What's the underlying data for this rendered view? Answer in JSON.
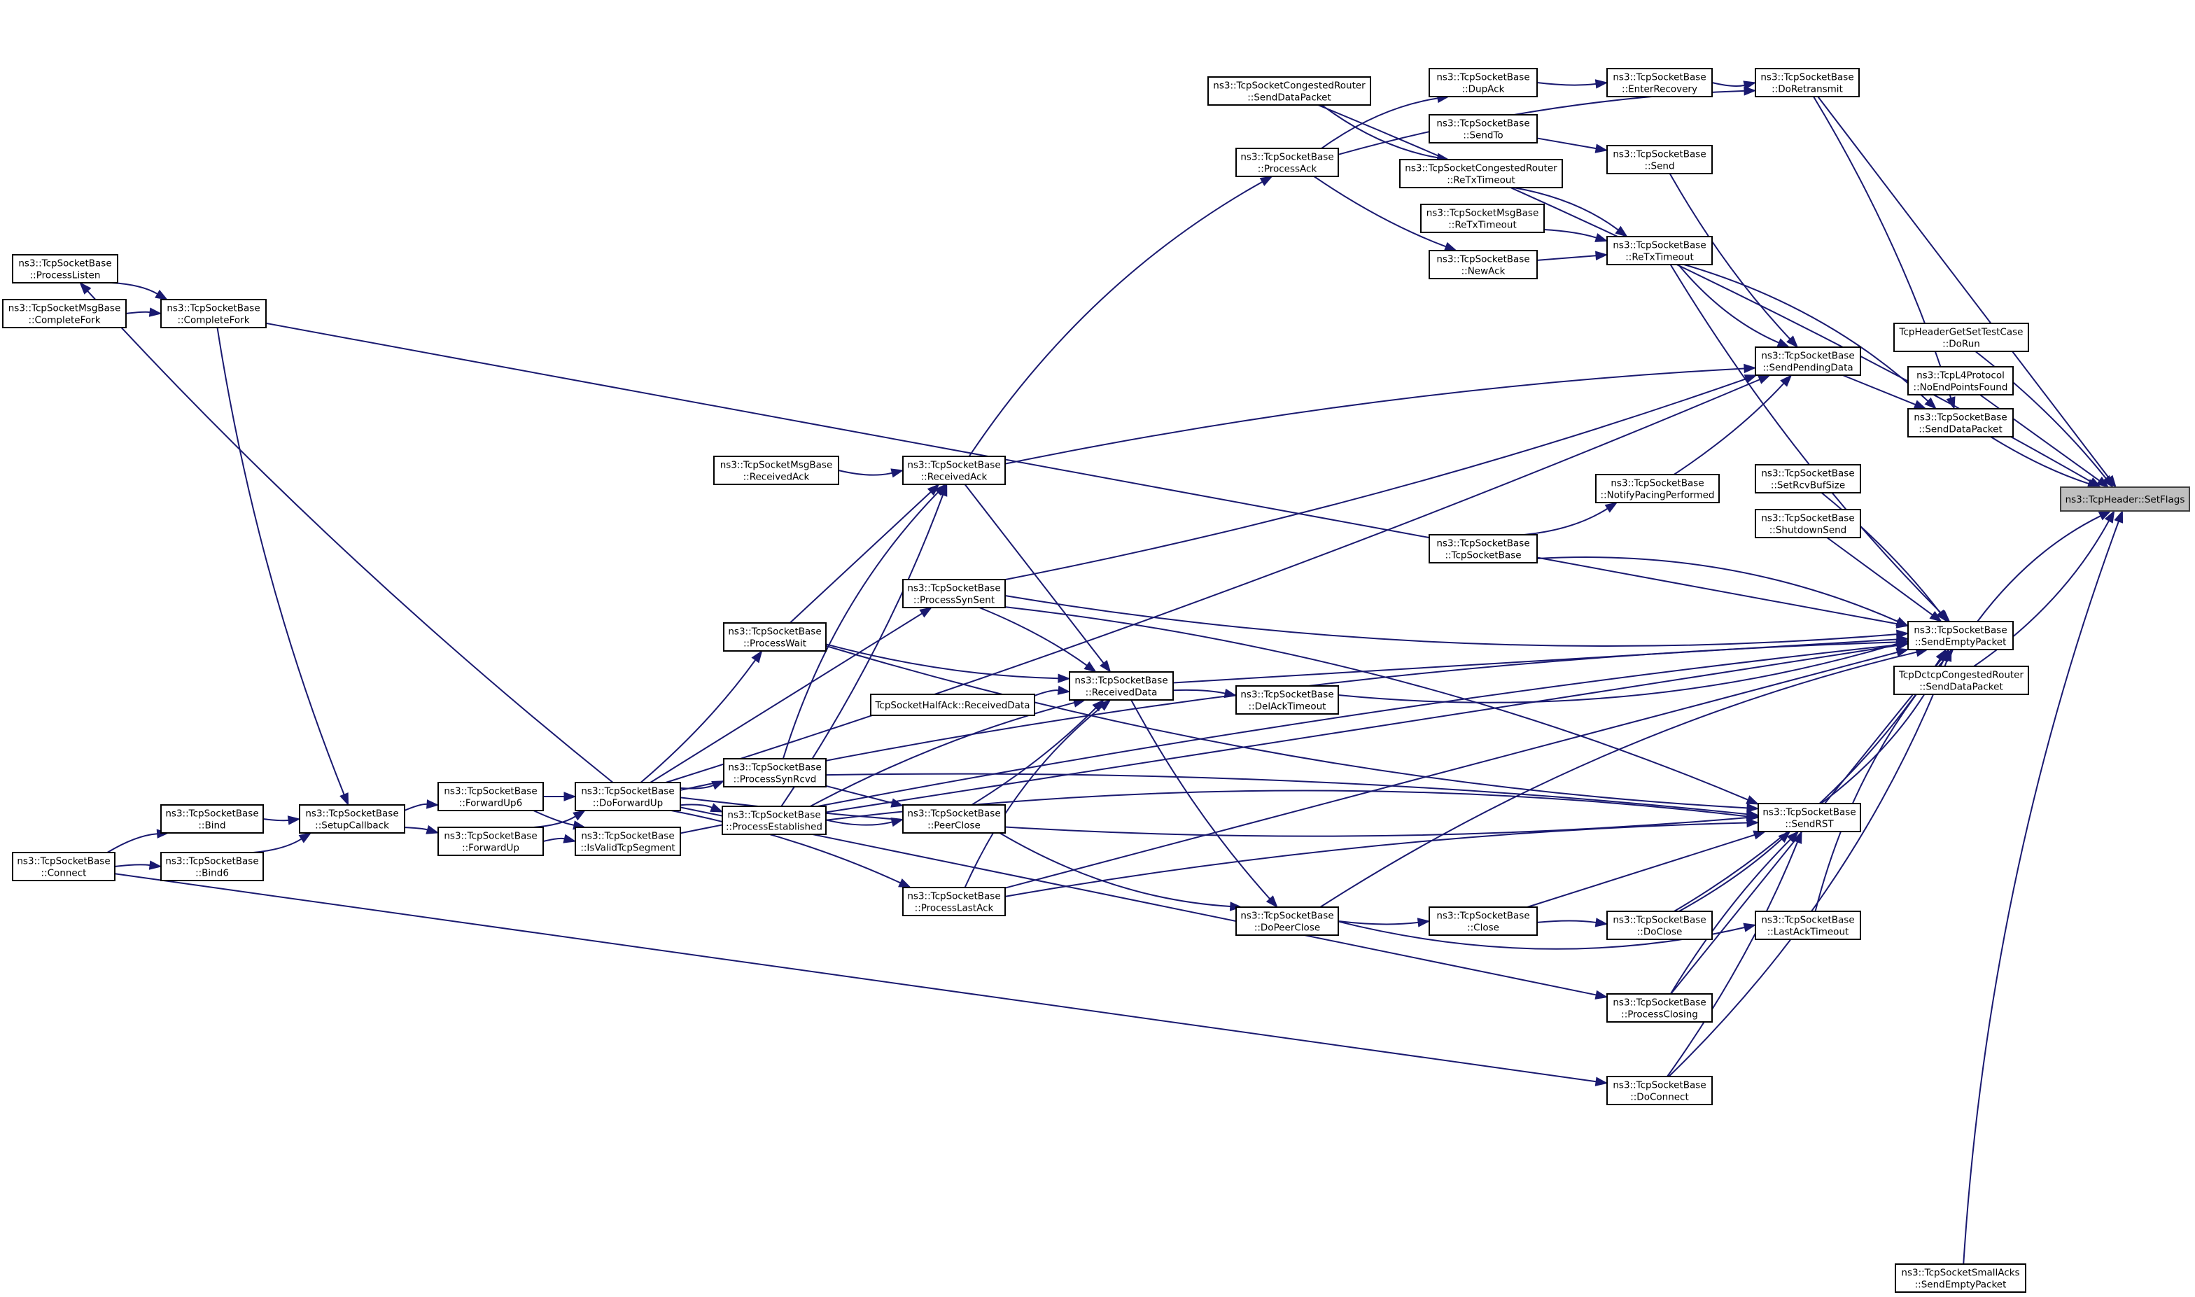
{
  "title": "ns3::TcpHeader::SetFlags caller graph",
  "edge_color": "#191970",
  "root_fill": "#bfbfbf",
  "nodes": [
    {
      "id": "setflags",
      "lines": [
        "ns3::TcpHeader::SetFlags"
      ],
      "root": true
    },
    {
      "id": "sendempty",
      "lines": [
        "ns3::TcpSocketBase",
        "::SendEmptyPacket"
      ]
    },
    {
      "id": "hdrtest",
      "lines": [
        "TcpHeaderGetSetTestCase",
        "::DoRun"
      ]
    },
    {
      "id": "noend",
      "lines": [
        "ns3::TcpL4Protocol",
        "::NoEndPointsFound"
      ]
    },
    {
      "id": "senddata",
      "lines": [
        "ns3::TcpSocketBase",
        "::SendDataPacket"
      ]
    },
    {
      "id": "dctcp",
      "lines": [
        "TcpDctcpCongestedRouter",
        "::SendDataPacket"
      ]
    },
    {
      "id": "smallacks",
      "lines": [
        "ns3::TcpSocketSmallAcks",
        "::SendEmptyPacket"
      ]
    },
    {
      "id": "congsend",
      "lines": [
        "ns3::TcpSocketCongestedRouter",
        "::SendDataPacket"
      ]
    },
    {
      "id": "dupack",
      "lines": [
        "ns3::TcpSocketBase",
        "::DupAck"
      ]
    },
    {
      "id": "enterrec",
      "lines": [
        "ns3::TcpSocketBase",
        "::EnterRecovery"
      ]
    },
    {
      "id": "doretx",
      "lines": [
        "ns3::TcpSocketBase",
        "::DoRetransmit"
      ]
    },
    {
      "id": "sendto",
      "lines": [
        "ns3::TcpSocketBase",
        "::SendTo"
      ]
    },
    {
      "id": "send",
      "lines": [
        "ns3::TcpSocketBase",
        "::Send"
      ]
    },
    {
      "id": "processack",
      "lines": [
        "ns3::TcpSocketBase",
        "::ProcessAck"
      ]
    },
    {
      "id": "congretx",
      "lines": [
        "ns3::TcpSocketCongestedRouter",
        "::ReTxTimeout"
      ]
    },
    {
      "id": "msgretx",
      "lines": [
        "ns3::TcpSocketMsgBase",
        "::ReTxTimeout"
      ]
    },
    {
      "id": "retx",
      "lines": [
        "ns3::TcpSocketBase",
        "::ReTxTimeout"
      ]
    },
    {
      "id": "newack",
      "lines": [
        "ns3::TcpSocketBase",
        "::NewAck"
      ]
    },
    {
      "id": "sendpending",
      "lines": [
        "ns3::TcpSocketBase",
        "::SendPendingData"
      ]
    },
    {
      "id": "notifypacing",
      "lines": [
        "ns3::TcpSocketBase",
        "::NotifyPacingPerformed"
      ]
    },
    {
      "id": "setrcvbuf",
      "lines": [
        "ns3::TcpSocketBase",
        "::SetRcvBufSize"
      ]
    },
    {
      "id": "shutdownsend",
      "lines": [
        "ns3::TcpSocketBase",
        "::ShutdownSend"
      ]
    },
    {
      "id": "ctor",
      "lines": [
        "ns3::TcpSocketBase",
        "::TcpSocketBase"
      ]
    },
    {
      "id": "processlisten",
      "lines": [
        "ns3::TcpSocketBase",
        "::ProcessListen"
      ]
    },
    {
      "id": "msgcompletefork",
      "lines": [
        "ns3::TcpSocketMsgBase",
        "::CompleteFork"
      ]
    },
    {
      "id": "completefork",
      "lines": [
        "ns3::TcpSocketBase",
        "::CompleteFork"
      ]
    },
    {
      "id": "msgrecvack",
      "lines": [
        "ns3::TcpSocketMsgBase",
        "::ReceivedAck"
      ]
    },
    {
      "id": "recvack",
      "lines": [
        "ns3::TcpSocketBase",
        "::ReceivedAck"
      ]
    },
    {
      "id": "synsent",
      "lines": [
        "ns3::TcpSocketBase",
        "::ProcessSynSent"
      ]
    },
    {
      "id": "processwait",
      "lines": [
        "ns3::TcpSocketBase",
        "::ProcessWait"
      ]
    },
    {
      "id": "halfack",
      "lines": [
        "TcpSocketHalfAck::ReceivedData"
      ]
    },
    {
      "id": "recvdata",
      "lines": [
        "ns3::TcpSocketBase",
        "::ReceivedData"
      ]
    },
    {
      "id": "delack",
      "lines": [
        "ns3::TcpSocketBase",
        "::DelAckTimeout"
      ]
    },
    {
      "id": "synrcvd",
      "lines": [
        "ns3::TcpSocketBase",
        "::ProcessSynRcvd"
      ]
    },
    {
      "id": "established",
      "lines": [
        "ns3::TcpSocketBase",
        "::ProcessEstablished"
      ]
    },
    {
      "id": "peerclose",
      "lines": [
        "ns3::TcpSocketBase",
        "::PeerClose"
      ]
    },
    {
      "id": "lastack",
      "lines": [
        "ns3::TcpSocketBase",
        "::ProcessLastAck"
      ]
    },
    {
      "id": "dopeerclose",
      "lines": [
        "ns3::TcpSocketBase",
        "::DoPeerClose"
      ]
    },
    {
      "id": "close",
      "lines": [
        "ns3::TcpSocketBase",
        "::Close"
      ]
    },
    {
      "id": "doclose",
      "lines": [
        "ns3::TcpSocketBase",
        "::DoClose"
      ]
    },
    {
      "id": "lastacktimeout",
      "lines": [
        "ns3::TcpSocketBase",
        "::LastAckTimeout"
      ]
    },
    {
      "id": "sendrst",
      "lines": [
        "ns3::TcpSocketBase",
        "::SendRST"
      ]
    },
    {
      "id": "closing",
      "lines": [
        "ns3::TcpSocketBase",
        "::ProcessClosing"
      ]
    },
    {
      "id": "doconnect",
      "lines": [
        "ns3::TcpSocketBase",
        "::DoConnect"
      ]
    },
    {
      "id": "connect",
      "lines": [
        "ns3::TcpSocketBase",
        "::Connect"
      ]
    },
    {
      "id": "bind",
      "lines": [
        "ns3::TcpSocketBase",
        "::Bind"
      ]
    },
    {
      "id": "bind6",
      "lines": [
        "ns3::TcpSocketBase",
        "::Bind6"
      ]
    },
    {
      "id": "setupcb",
      "lines": [
        "ns3::TcpSocketBase",
        "::SetupCallback"
      ]
    },
    {
      "id": "fwdup6",
      "lines": [
        "ns3::TcpSocketBase",
        "::ForwardUp6"
      ]
    },
    {
      "id": "fwdup",
      "lines": [
        "ns3::TcpSocketBase",
        "::ForwardUp"
      ]
    },
    {
      "id": "doforwardup",
      "lines": [
        "ns3::TcpSocketBase",
        "::DoForwardUp"
      ]
    },
    {
      "id": "isvalid",
      "lines": [
        "ns3::TcpSocketBase",
        "::IsValidTcpSegment"
      ]
    }
  ],
  "edges": [
    [
      "sendempty",
      "setflags"
    ],
    [
      "hdrtest",
      "setflags"
    ],
    [
      "noend",
      "setflags"
    ],
    [
      "senddata",
      "setflags"
    ],
    [
      "dctcp",
      "setflags"
    ],
    [
      "smallacks",
      "setflags"
    ],
    [
      "congsend",
      "setflags"
    ],
    [
      "doretx",
      "setflags"
    ],
    [
      "dupack",
      "enterrec"
    ],
    [
      "enterrec",
      "doretx"
    ],
    [
      "processack",
      "dupack"
    ],
    [
      "processack",
      "doretx"
    ],
    [
      "sendto",
      "send"
    ],
    [
      "send",
      "sendpending"
    ],
    [
      "congsend",
      "congretx"
    ],
    [
      "congretx",
      "retx"
    ],
    [
      "msgretx",
      "retx"
    ],
    [
      "newack",
      "retx"
    ],
    [
      "processack",
      "newack"
    ],
    [
      "retx",
      "sendpending"
    ],
    [
      "retx",
      "senddata"
    ],
    [
      "doretx",
      "senddata"
    ],
    [
      "sendpending",
      "senddata"
    ],
    [
      "notifypacing",
      "sendpending"
    ],
    [
      "ctor",
      "notifypacing"
    ],
    [
      "ctor",
      "sendempty"
    ],
    [
      "setrcvbuf",
      "sendempty"
    ],
    [
      "shutdownsend",
      "sendempty"
    ],
    [
      "retx",
      "sendempty"
    ],
    [
      "sendrst",
      "sendempty"
    ],
    [
      "processlisten",
      "completefork"
    ],
    [
      "msgcompletefork",
      "completefork"
    ],
    [
      "completefork",
      "sendempty"
    ],
    [
      "completefork",
      "setupcb"
    ],
    [
      "msgrecvack",
      "recvack"
    ],
    [
      "recvack",
      "processack"
    ],
    [
      "recvack",
      "sendpending"
    ],
    [
      "recvack",
      "recvdata"
    ],
    [
      "synsent",
      "sendpending"
    ],
    [
      "synsent",
      "sendempty"
    ],
    [
      "synsent",
      "sendrst"
    ],
    [
      "synsent",
      "recvdata"
    ],
    [
      "processwait",
      "recvack"
    ],
    [
      "processwait",
      "recvdata"
    ],
    [
      "processwait",
      "sendrst"
    ],
    [
      "halfack",
      "recvdata"
    ],
    [
      "recvdata",
      "delack"
    ],
    [
      "recvdata",
      "sendempty"
    ],
    [
      "recvdata",
      "dopeerclose"
    ],
    [
      "delack",
      "sendempty"
    ],
    [
      "synrcvd",
      "recvack"
    ],
    [
      "synrcvd",
      "sendrst"
    ],
    [
      "synrcvd",
      "peerclose"
    ],
    [
      "established",
      "recvack"
    ],
    [
      "established",
      "peerclose"
    ],
    [
      "established",
      "sendrst"
    ],
    [
      "established",
      "recvdata"
    ],
    [
      "established",
      "sendempty"
    ],
    [
      "peerclose",
      "recvdata"
    ],
    [
      "peerclose",
      "dopeerclose"
    ],
    [
      "lastack",
      "recvdata"
    ],
    [
      "lastack",
      "sendrst"
    ],
    [
      "lastack",
      "sendempty"
    ],
    [
      "dopeerclose",
      "close"
    ],
    [
      "dopeerclose",
      "lastacktimeout"
    ],
    [
      "dopeerclose",
      "sendempty"
    ],
    [
      "close",
      "doclose"
    ],
    [
      "close",
      "sendrst"
    ],
    [
      "doclose",
      "sendrst"
    ],
    [
      "doclose",
      "sendempty"
    ],
    [
      "lastacktimeout",
      "sendempty"
    ],
    [
      "closing",
      "sendrst"
    ],
    [
      "closing",
      "sendempty"
    ],
    [
      "doconnect",
      "sendrst"
    ],
    [
      "doconnect",
      "sendempty"
    ],
    [
      "connect",
      "bind"
    ],
    [
      "connect",
      "bind6"
    ],
    [
      "connect",
      "doconnect"
    ],
    [
      "bind",
      "setupcb"
    ],
    [
      "bind6",
      "setupcb"
    ],
    [
      "setupcb",
      "fwdup6"
    ],
    [
      "setupcb",
      "fwdup"
    ],
    [
      "fwdup6",
      "doforwardup"
    ],
    [
      "fwdup6",
      "isvalid"
    ],
    [
      "fwdup",
      "doforwardup"
    ],
    [
      "fwdup",
      "isvalid"
    ],
    [
      "doforwardup",
      "processlisten"
    ],
    [
      "doforwardup",
      "synsent"
    ],
    [
      "doforwardup",
      "processwait"
    ],
    [
      "doforwardup",
      "synrcvd"
    ],
    [
      "doforwardup",
      "established"
    ],
    [
      "doforwardup",
      "lastack"
    ],
    [
      "doforwardup",
      "closing"
    ],
    [
      "doforwardup",
      "sendpending"
    ],
    [
      "doforwardup",
      "sendrst"
    ],
    [
      "doforwardup",
      "sendempty"
    ],
    [
      "isvalid",
      "sendempty"
    ]
  ]
}
